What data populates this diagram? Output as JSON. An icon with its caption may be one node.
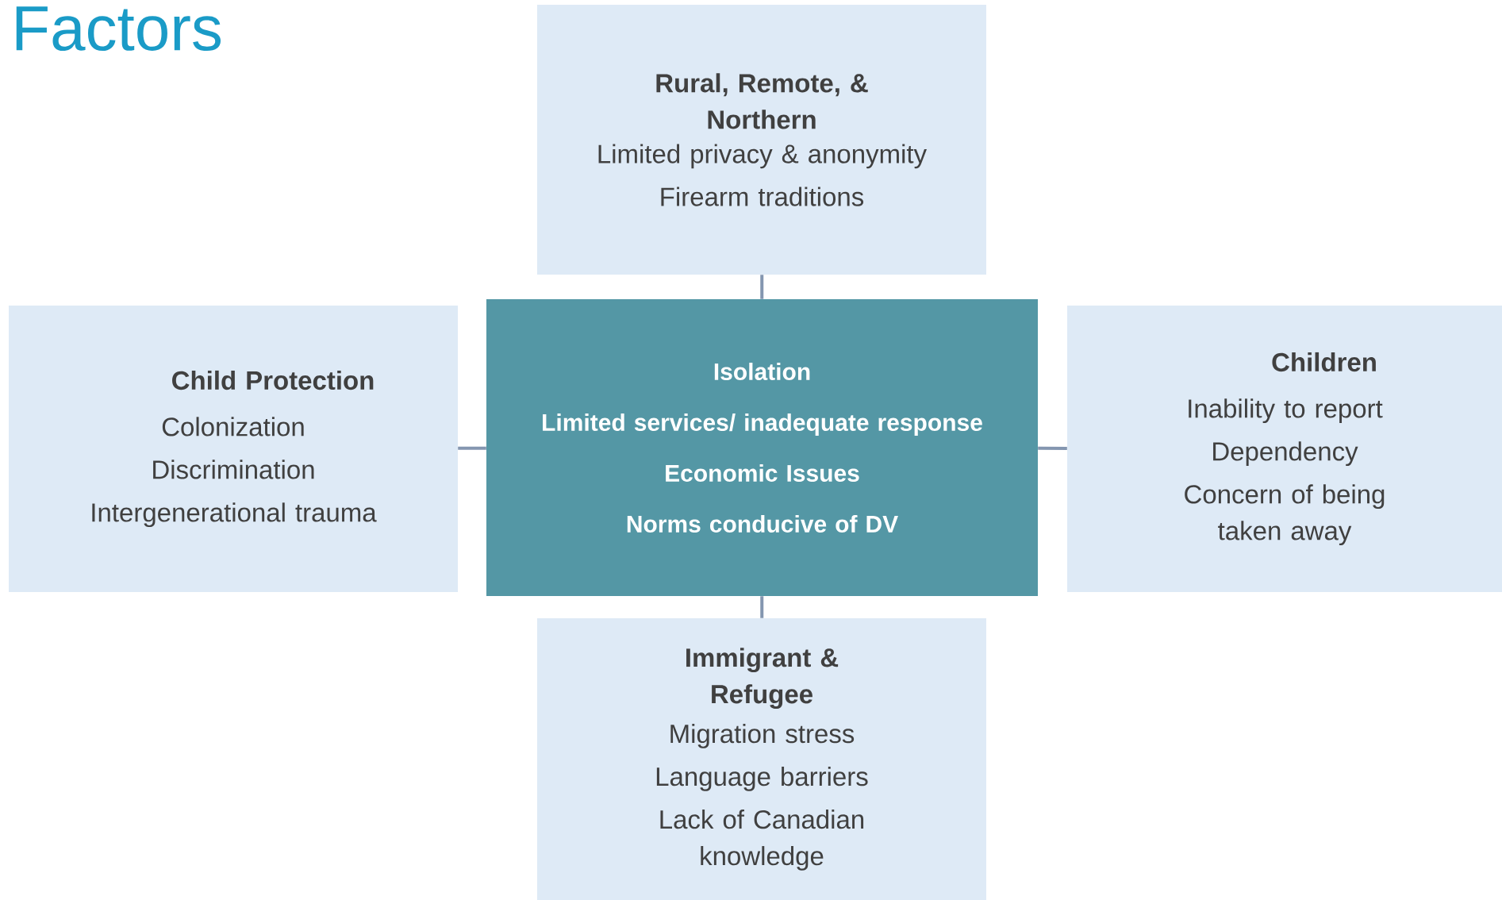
{
  "diagram": {
    "title": "Factors",
    "nodes": [
      {
        "text": [
          "Rural, Remote, & Northern",
          "Limited privacy & anonymity",
          "Firearm traditions"
        ]
      },
      {
        "text": [
          "Child Protection",
          "Colonization",
          "Discrimination",
          "Intergenerational trauma"
        ]
      },
      {
        "text": [
          "Isolation",
          "Limited services/ inadequate response",
          "Economic Issues",
          "Norms conducive of DV"
        ]
      },
      {
        "text": [
          "Children",
          "Inability to report",
          "Dependency",
          "Concern of being taken away"
        ]
      },
      {
        "text": [
          "Immigrant & Refugee",
          "Migration stress",
          "Language barriers",
          "Lack of Canadian knowledge"
        ]
      }
    ],
    "edges": [
      {
        "from": 2,
        "to": 0,
        "arrow": "none"
      },
      {
        "from": 2,
        "to": 1,
        "arrow": "none"
      },
      {
        "from": 2,
        "to": 3,
        "arrow": "none"
      },
      {
        "from": 2,
        "to": 4,
        "arrow": "none"
      }
    ]
  }
}
